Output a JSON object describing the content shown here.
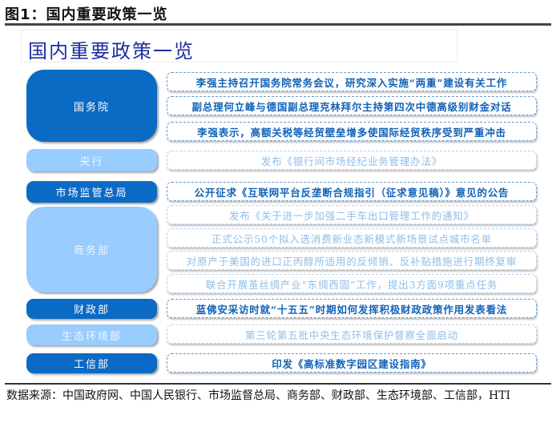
{
  "figure": {
    "label": "图1：国内重要政策一览",
    "inner_title": "国内重要政策一览"
  },
  "colors": {
    "dark_blue": "#0b6ac4",
    "light_blue": "#99ccff",
    "title_text": "#1c2da0"
  },
  "departments": [
    {
      "name": "国务院",
      "style": "dark",
      "policies": [
        {
          "text": "李强主持召开国务院常务会议，研究深入实施“两重”建设有关工作",
          "style": "dark"
        },
        {
          "text": "副总理何立峰与德国副总理克林拜尔主持第四次中德高级别财金对话",
          "style": "dark"
        },
        {
          "text": "李强表示，高额关税等经贸壁垒增多使国际经贸秩序受到严重冲击",
          "style": "dark"
        }
      ]
    },
    {
      "name": "央行",
      "style": "light",
      "policies": [
        {
          "text": "发布《银行间市场经纪业务管理办法》",
          "style": "light"
        }
      ]
    },
    {
      "name": "市场监管总局",
      "style": "dark",
      "policies": [
        {
          "text": "公开征求《互联网平台反垄断合规指引（征求意见稿）》意见的公告",
          "style": "dark"
        }
      ]
    },
    {
      "name": "商务部",
      "style": "light",
      "policies": [
        {
          "text": "发布《关于进一步加强二手车出口管理工作的通知》",
          "style": "light"
        },
        {
          "text": "正式公示50个拟入选消费新业态新模式新场景试点城市名单",
          "style": "light"
        },
        {
          "text": "对原产于美国的进口正丙醇所适用的反倾销、反补贴措施进行期终复审",
          "style": "light"
        },
        {
          "text": "联合开展茧丝绸产业“东绸西固”工作，提出3方面9项重点任务",
          "style": "light"
        }
      ]
    },
    {
      "name": "财政部",
      "style": "dark",
      "policies": [
        {
          "text": "蓝佛安采访时就“十五五”时期如何发挥积极财政政策作用发表看法",
          "style": "dark"
        }
      ]
    },
    {
      "name": "生态环境部",
      "style": "light",
      "policies": [
        {
          "text": "第三轮第五批中央生态环境保护督察全面启动",
          "style": "light"
        }
      ]
    },
    {
      "name": "工信部",
      "style": "dark",
      "policies": [
        {
          "text": "印发《高标准数字园区建设指南》",
          "style": "dark"
        }
      ]
    }
  ],
  "source": "数据来源：中国政府网、中国人民银行、市场监督总局、商务部、财政部、生态环境部、工信部，HTI"
}
